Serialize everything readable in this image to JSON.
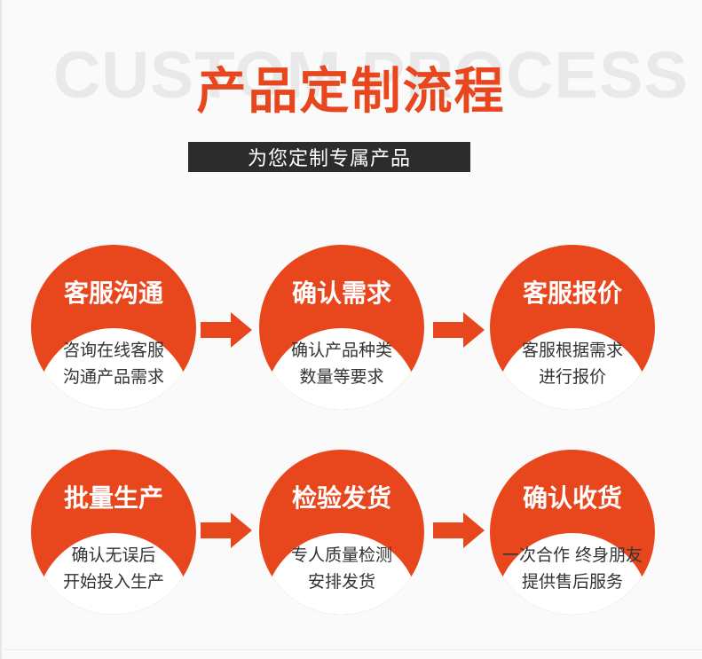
{
  "header": {
    "bg_text": "CUSTOM PROCESS",
    "title": "产品定制流程",
    "subtitle": "为您定制专属产品"
  },
  "colors": {
    "accent": "#e8471e",
    "dark": "#2c2c2c",
    "background": "#fafafa"
  },
  "steps": [
    {
      "title": "客服沟通",
      "line1": "咨询在线客服",
      "line2": "沟通产品需求"
    },
    {
      "title": "确认需求",
      "line1": "确认产品种类",
      "line2": "数量等要求"
    },
    {
      "title": "客服报价",
      "line1": "客服根据需求",
      "line2": "进行报价"
    },
    {
      "title": "批量生产",
      "line1": "确认无误后",
      "line2": "开始投入生产"
    },
    {
      "title": "检验发货",
      "line1": "专人质量检测",
      "line2": "安排发货"
    },
    {
      "title": "确认收货",
      "line1": "一次合作 终身朋友",
      "line2": "提供售后服务"
    }
  ],
  "icons": {
    "arrow": "arrow-right-icon"
  }
}
